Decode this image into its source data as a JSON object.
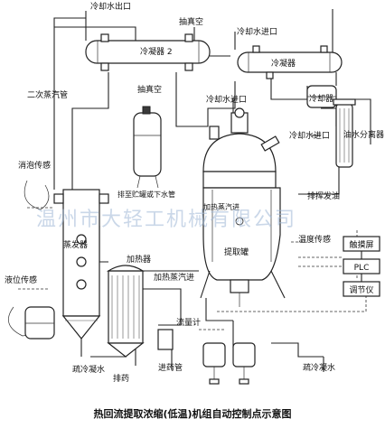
{
  "diagram": {
    "title": "热回流提取浓缩(低温)机组自动控制点示意图",
    "watermark": "温州市大轻工机械有限公司",
    "labels": {
      "cooling_water_out_1": "冷却水出口",
      "vacuum_top": "抽真空",
      "cooling_water_in_top": "冷却水进口",
      "condenser_2": "冷凝器 2",
      "condenser": "冷凝器",
      "secondary_steam_pipe": "二次蒸汽管",
      "vacuum_mid": "抽真空",
      "cooling_water_in_mid": "冷却水进口",
      "cooler": "冷却器",
      "cooling_water_in_right": "冷却水进口",
      "oil_water_separator": "油水分离器",
      "foam_sensor": "消泡传感",
      "drain_to_sewer": "排至贮罐或下水管",
      "heating_steam_in_top": "加热蒸汽进",
      "drain_oil": "排挥发油",
      "evaporator": "蒸发器",
      "temperature_sensor": "温度传感",
      "extraction_tank": "提取罐",
      "level_sensor": "液位传感",
      "heater": "加热器",
      "heating_steam_in": "加热蒸汽进",
      "flow_meter": "流量计",
      "drain_water_left": "疏冷凝水",
      "feed_pipe": "进药管",
      "discharge": "排药",
      "drain_water_right": "疏冷凝水"
    },
    "control_boxes": {
      "touch_screen": "触摸屏",
      "plc": "PLC",
      "regulator": "调节仪"
    }
  }
}
